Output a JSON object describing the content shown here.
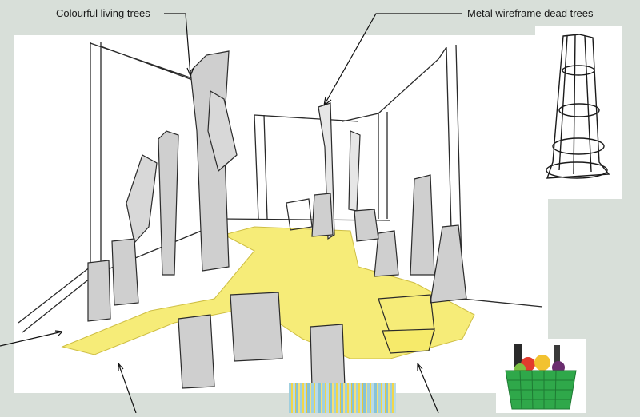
{
  "labels": {
    "living_trees": "Colourful living trees",
    "dead_trees": "Metal wireframe dead trees"
  },
  "colors": {
    "background": "#d8dfd9",
    "floor_yellow": "#f6ea6a",
    "pencil": "#2a2a2a",
    "basket_green": "#2fa84a"
  },
  "images": {
    "main": "pencil-sketch-exhibition-room",
    "inset_top_right": "wireframe-tree-sketch",
    "inset_bottom_right": "shopping-basket-with-groceries",
    "strip_bottom": "blue-yellow-stripe-swatch"
  }
}
